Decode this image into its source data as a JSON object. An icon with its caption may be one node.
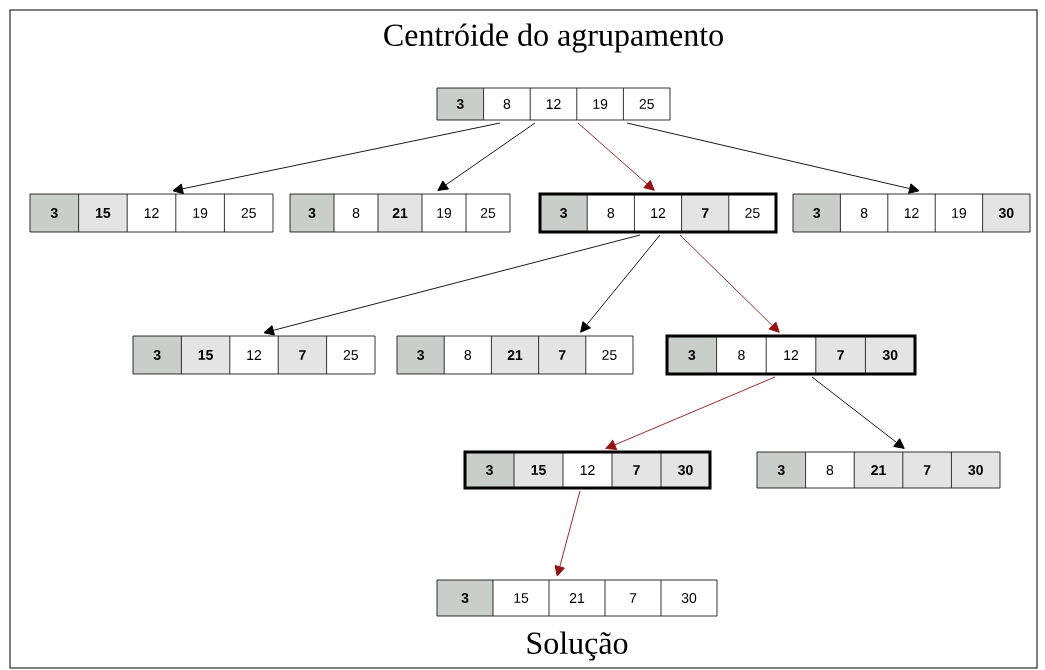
{
  "diagram": {
    "nodes": [
      {
        "text": [
          "**3**",
          "8",
          "12",
          "19",
          "25"
        ],
        "beside": [
          "Centróide do agrupamento"
        ]
      },
      {
        "text": [
          "**3**",
          "**15**",
          "12",
          "19",
          "25"
        ]
      },
      {
        "text": [
          "**3**",
          "8",
          "**21**",
          "19",
          "25"
        ]
      },
      {
        "text": [
          "**3**",
          "8",
          "12",
          "**7**",
          "25"
        ]
      },
      {
        "text": [
          "**3**",
          "8",
          "12",
          "19",
          "**30**"
        ]
      },
      {
        "text": [
          "**3**",
          "**15**",
          "12",
          "**7**",
          "25"
        ]
      },
      {
        "text": [
          "**3**",
          "8",
          "**21**",
          "**7**",
          "25"
        ]
      },
      {
        "text": [
          "**3**",
          "8",
          "12",
          "**7**",
          "**30**"
        ]
      },
      {
        "text": [
          "**3**",
          "**15**",
          "12",
          "**7**",
          "**30**"
        ]
      },
      {
        "text": [
          "**3**",
          "8",
          "**21**",
          "**7**",
          "**30**"
        ]
      },
      {
        "text": [
          "**3**",
          "15",
          "21",
          "7",
          "30"
        ],
        "beside": [
          "Solução"
        ]
      }
    ],
    "edges": [
      {
        "from": 0,
        "to": 1,
        "arrow": "to"
      },
      {
        "from": 0,
        "to": 2,
        "arrow": "to"
      },
      {
        "from": 0,
        "to": 3,
        "arrow": "to",
        "color": "#9b1010"
      },
      {
        "from": 0,
        "to": 4,
        "arrow": "to"
      },
      {
        "from": 3,
        "to": 5,
        "arrow": "to"
      },
      {
        "from": 3,
        "to": 6,
        "arrow": "to"
      },
      {
        "from": 3,
        "to": 7,
        "arrow": "to",
        "color": "#9b1010"
      },
      {
        "from": 7,
        "to": 8,
        "arrow": "to",
        "color": "#9b1010"
      },
      {
        "from": 7,
        "to": 9,
        "arrow": "to"
      },
      {
        "from": 8,
        "to": 10,
        "arrow": "to",
        "color": "#9b1010"
      }
    ]
  }
}
